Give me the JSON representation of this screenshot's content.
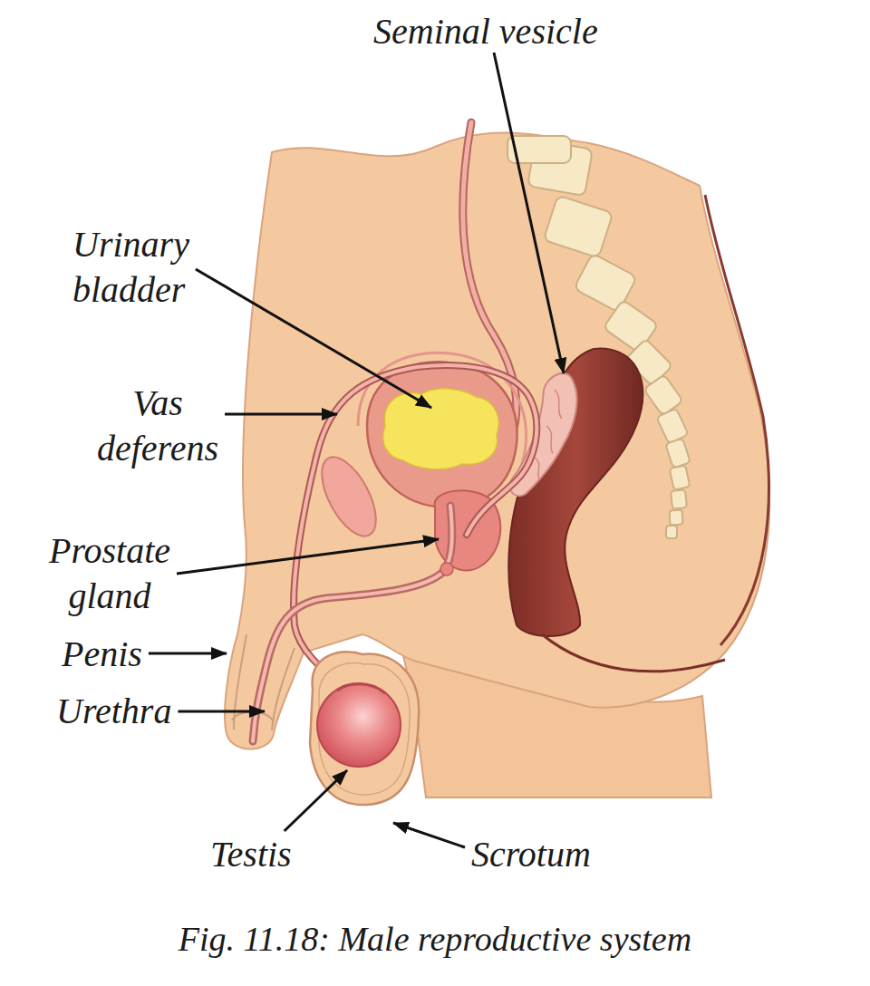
{
  "diagram": {
    "caption": "Fig. 11.18: Male reproductive system",
    "labels": [
      "Seminal vesicle",
      "Urinary bladder",
      "Vas deferens",
      "Prostate gland",
      "Penis",
      "Urethra",
      "Testis",
      "Scrotum"
    ]
  }
}
